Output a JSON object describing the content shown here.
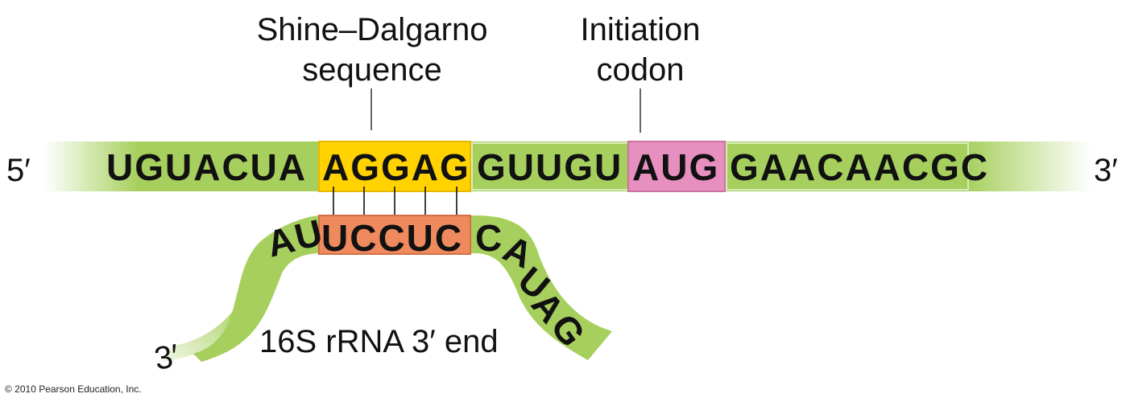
{
  "labels": {
    "shine_dalgarno_line1": "Shine–Dalgarno",
    "shine_dalgarno_line2": "sequence",
    "initiation_line1": "Initiation",
    "initiation_line2": "codon",
    "rrna_end": "16S rRNA 3′ end"
  },
  "mrna": {
    "five_prime": "5′",
    "three_prime": "3′",
    "segment_1": "UGUACUA",
    "shine_dalgarno": "AGGAG",
    "segment_2": "GUUGU",
    "start_codon": "AUG",
    "segment_3": "GAACAACGC"
  },
  "rrna": {
    "three_prime": "3′",
    "left_arc": "AU",
    "paired": "UCCUC",
    "right_c": "C",
    "right_arc": [
      "A",
      "U",
      "A",
      "G"
    ]
  },
  "copyright": "© 2010 Pearson Education, Inc.",
  "colors": {
    "strand_green": "#a6cf5d",
    "strand_green_dark": "#8cbf3f",
    "sd_yellow": "#ffd200",
    "start_pink": "#e78fbf",
    "paired_orange": "#ee8a5e"
  }
}
